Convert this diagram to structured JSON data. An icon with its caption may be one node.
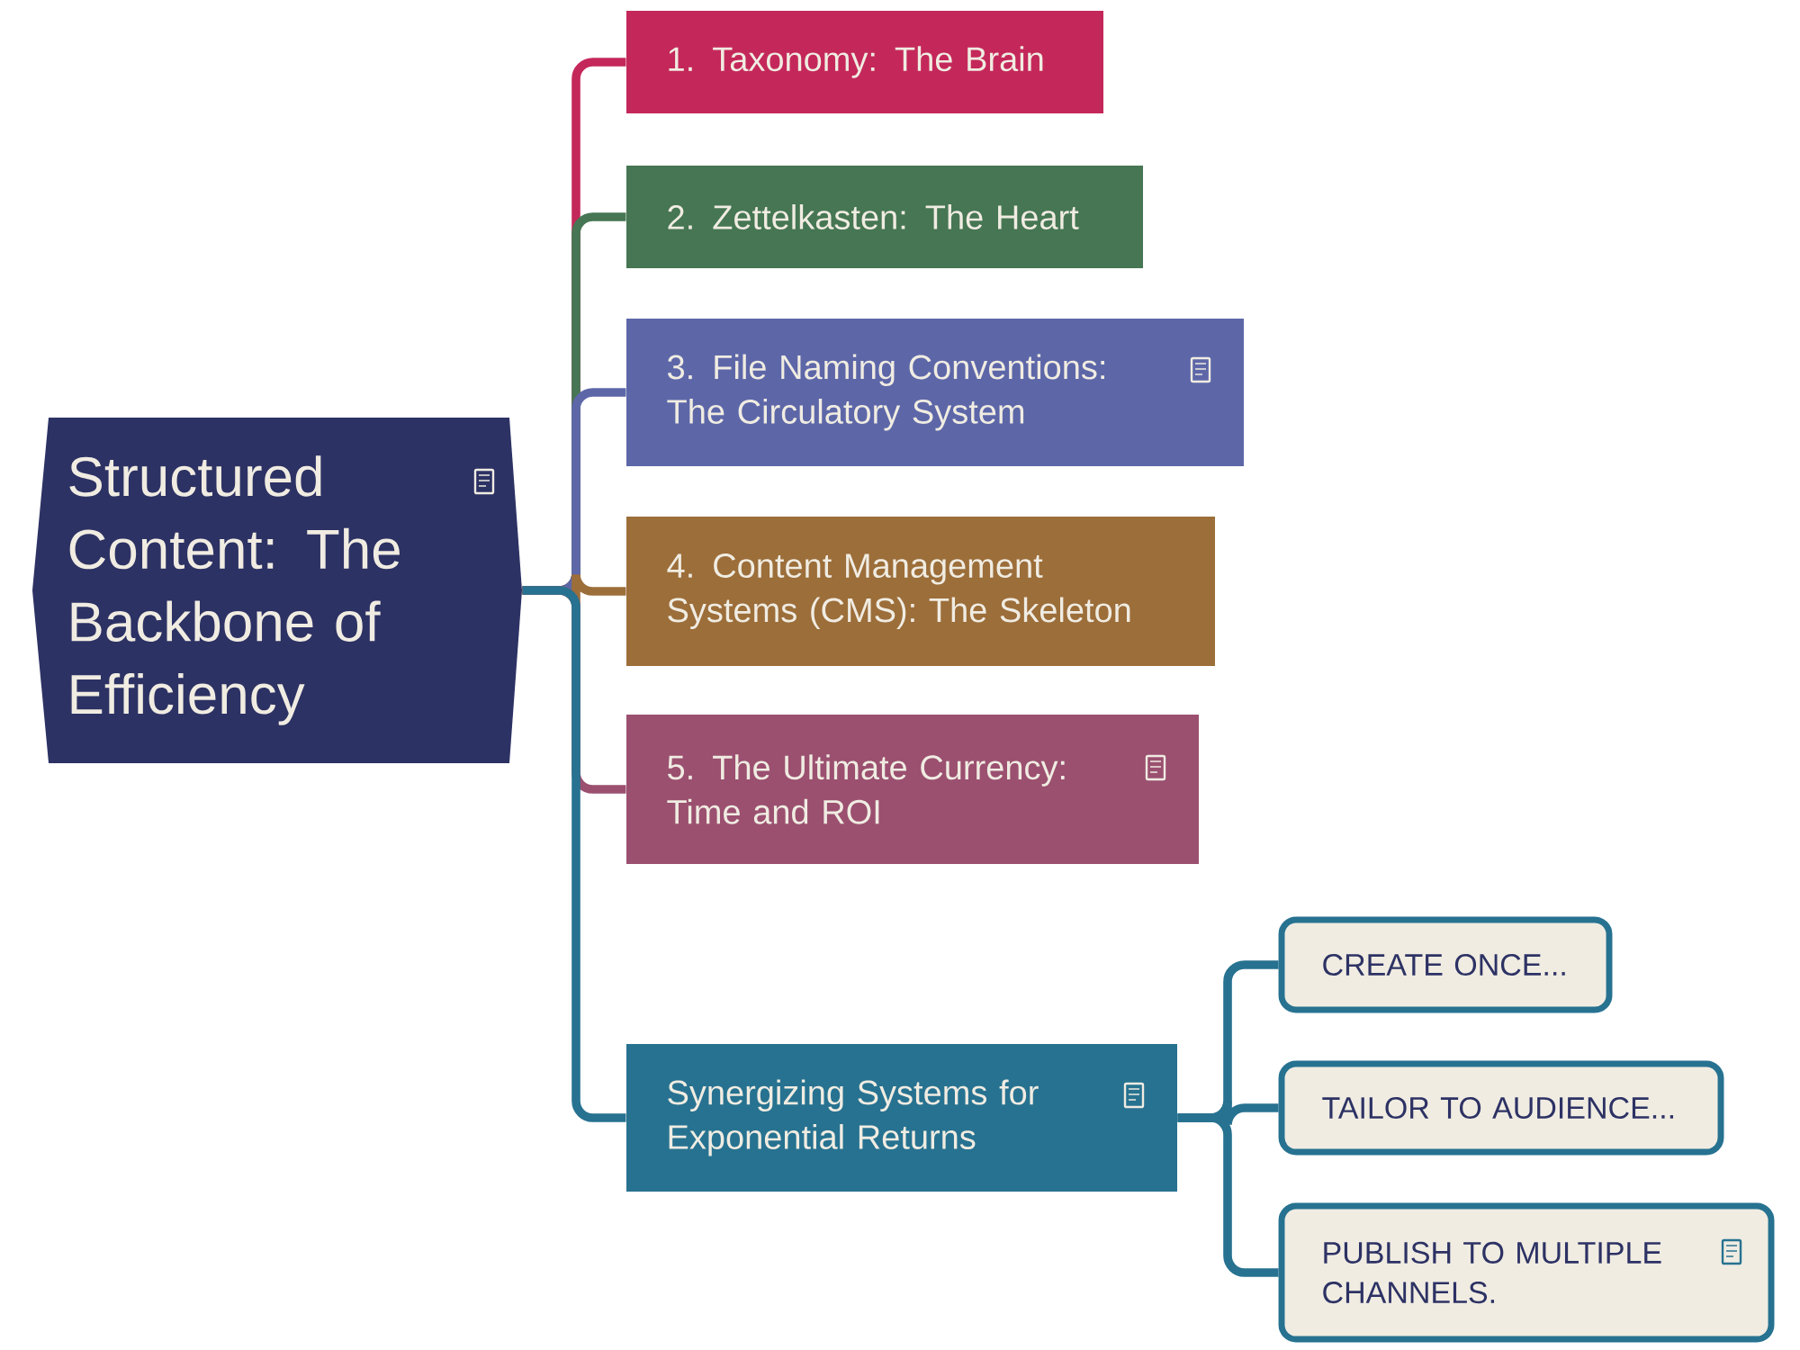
{
  "diagram": {
    "nodes": [
      {
        "text": [
          "Structured Content: The Backbone of Efficiency"
        ]
      },
      {
        "text": [
          "1. Taxonomy: The Brain"
        ]
      },
      {
        "text": [
          "2. Zettelkasten: The Heart"
        ]
      },
      {
        "text": [
          "3. File Naming Conventions: The Circulatory System"
        ]
      },
      {
        "text": [
          "4. Content Management Systems (CMS): The Skeleton"
        ]
      },
      {
        "text": [
          "5. The Ultimate Currency: Time and ROI"
        ]
      },
      {
        "text": [
          "Synergizing Systems for Exponential Returns"
        ]
      },
      {
        "text": [
          "CREATE ONCE..."
        ]
      },
      {
        "text": [
          "TAILOR TO AUDIENCE..."
        ]
      },
      {
        "text": [
          "PUBLISH TO MULTIPLE CHANNELS."
        ]
      }
    ],
    "edges": [
      {
        "from": 0,
        "to": 1,
        "arrow": "none",
        "color": "#c4285a"
      },
      {
        "from": 0,
        "to": 2,
        "arrow": "none",
        "color": "#467653"
      },
      {
        "from": 0,
        "to": 3,
        "arrow": "none",
        "color": "#5d67a8"
      },
      {
        "from": 0,
        "to": 4,
        "arrow": "none",
        "color": "#9c6e3a"
      },
      {
        "from": 0,
        "to": 5,
        "arrow": "none",
        "color": "#9b5070"
      },
      {
        "from": 0,
        "to": 6,
        "arrow": "none",
        "color": "#277290"
      },
      {
        "from": 6,
        "to": 7,
        "arrow": "none",
        "color": "#277290"
      },
      {
        "from": 6,
        "to": 8,
        "arrow": "none",
        "color": "#277290"
      },
      {
        "from": 6,
        "to": 9,
        "arrow": "none",
        "color": "#277290"
      }
    ]
  }
}
